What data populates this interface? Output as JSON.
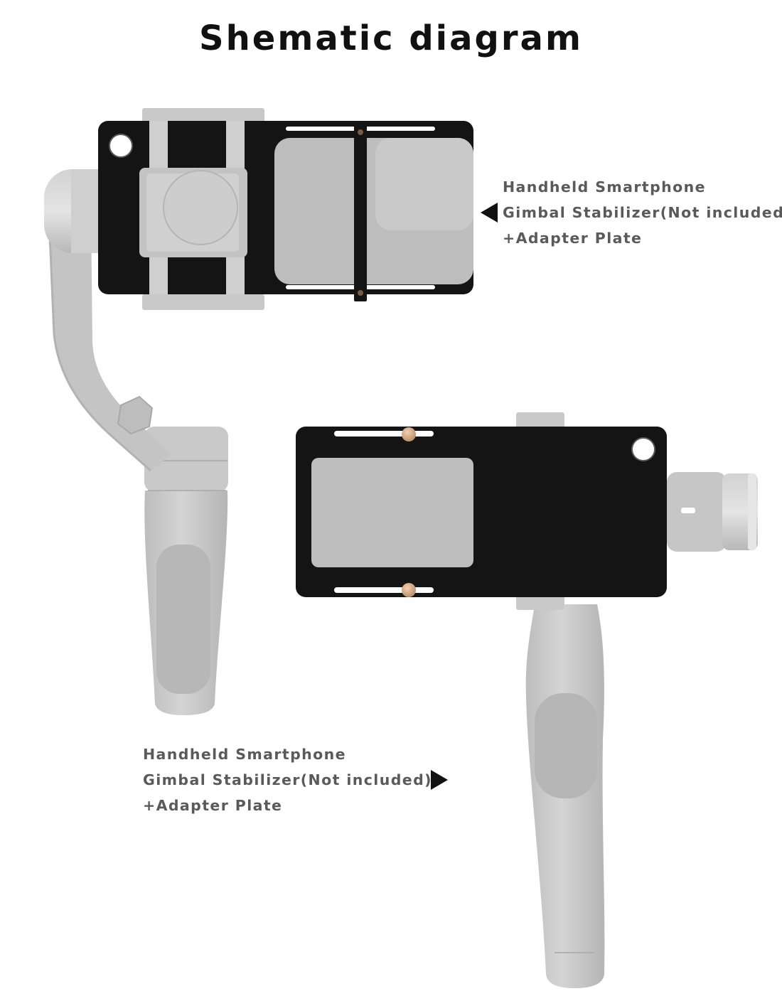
{
  "header": {
    "title": "Shematic diagram"
  },
  "captions": [
    {
      "lines": [
        "Handheld Smartphone",
        "Gimbal Stabilizer(Not included)",
        "+Adapter Plate"
      ],
      "arrow": "left"
    },
    {
      "lines": [
        "Handheld Smartphone",
        "Gimbal Stabilizer(Not included)",
        "+Adapter Plate"
      ],
      "arrow": "right"
    }
  ],
  "colors": {
    "plate": "#141414",
    "gimbal": "#c7c7c7",
    "gimbal_dark": "#a9a9a9",
    "camera": "#bdbdbd",
    "screw": "#d6aa84",
    "text": "#5a5a5a"
  }
}
